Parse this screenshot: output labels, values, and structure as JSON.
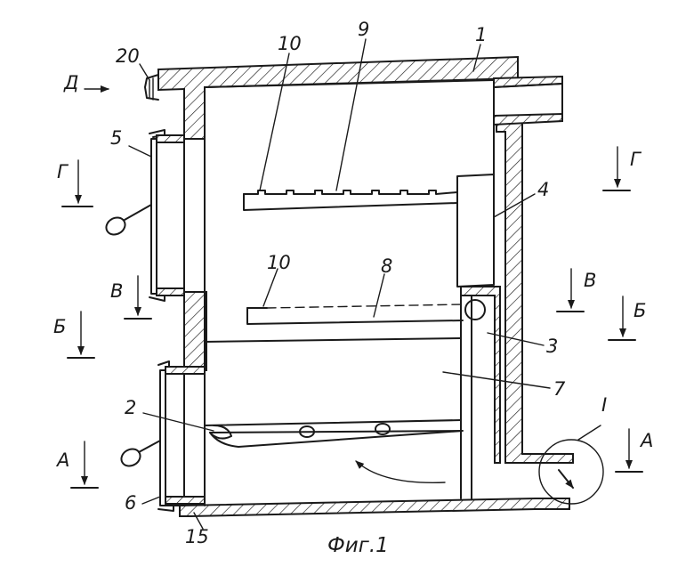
{
  "caption": "Фиг.1",
  "labels": {
    "p1": "1",
    "p2": "2",
    "p3": "3",
    "p4": "4",
    "p5": "5",
    "p6": "6",
    "p7": "7",
    "p8": "8",
    "p9": "9",
    "p10a": "10",
    "p10b": "10",
    "p15": "15",
    "p20": "20",
    "detail": "I"
  },
  "sections": {
    "d": "Д",
    "g_left": "Г",
    "g_right": "Г",
    "v_left": "В",
    "v_right": "В",
    "b_left": "Б",
    "b_right": "Б",
    "a_left": "А",
    "a_right": "А"
  }
}
